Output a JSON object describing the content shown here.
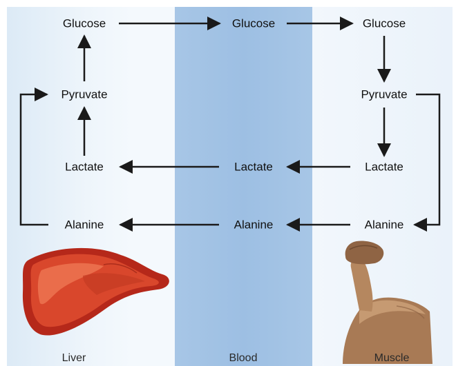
{
  "liver": {
    "glucose": "Glucose",
    "pyruvate": "Pyruvate",
    "lactate": "Lactate",
    "alanine": "Alanine",
    "caption": "Liver"
  },
  "blood": {
    "glucose": "Glucose",
    "lactate": "Lactate",
    "alanine": "Alanine",
    "caption": "Blood"
  },
  "muscle": {
    "glucose": "Glucose",
    "pyruvate": "Pyruvate",
    "lactate": "Lactate",
    "alanine": "Alanine",
    "caption": "Muscle"
  },
  "colors": {
    "blood_band": "#9dbfe3",
    "background": "#f4f9fd",
    "liver": "#c8321e",
    "arm_skin": "#b98a62",
    "arrow": "#1a1a1a"
  }
}
